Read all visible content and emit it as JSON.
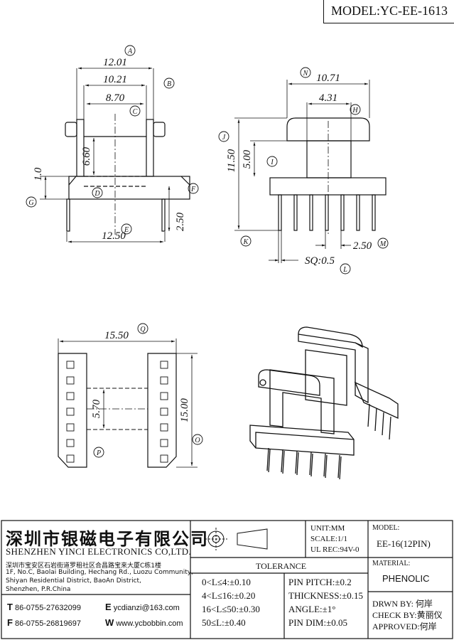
{
  "model_header": "MODEL:YC-EE-1613",
  "dimensions": {
    "front": {
      "A": "12.01",
      "B": "10.21",
      "C": "8.70",
      "D": "6.60",
      "G": "1.0",
      "F": "2.50",
      "E": "12.50"
    },
    "side": {
      "N": "10.71",
      "H": "4.31",
      "J": "11.50",
      "I": "5.00",
      "M": "2.50",
      "L": "SQ:0.5"
    },
    "bottom": {
      "Q": "15.50",
      "P": "5.70",
      "O": "15.00"
    }
  },
  "callouts": [
    "A",
    "B",
    "C",
    "D",
    "E",
    "F",
    "G",
    "H",
    "I",
    "J",
    "K",
    "L",
    "M",
    "N",
    "O",
    "P",
    "Q"
  ],
  "company": {
    "name_cn": "深圳市银磁电子有限公司",
    "name_en": "SHENZHEN YINCI ELECTRONICS CO,LTD.",
    "address": [
      "深圳市宝安区石岩街道罗租社区合昌路宝来大厦C栋1楼",
      "1F, No.C, Baolai Building, Hechang Rd., Luozu Community,",
      "Shiyan Residential District, BaoAn District,",
      "Shenzhen, P.R.China"
    ],
    "tel_label": "T",
    "tel": "86-0755-27632099",
    "fax_label": "F",
    "fax": "86-0755-26819697",
    "email_label": "E",
    "email": "ycdianzi@163.com",
    "web_label": "W",
    "web": "www.ycbobbin.com"
  },
  "info": {
    "unit": "UNIT:MM",
    "scale": "SCALE:1/1",
    "ul": "UL REC:94V-0",
    "model_label": "MODEL:",
    "model_value": "EE-16(12PIN)",
    "material_label": "MATERIAL:",
    "material_value": "PHENOLIC",
    "drawn": "DRWN BY: 何岸",
    "check": "CHECK BY:黄丽仪",
    "approved": "APPROVED:何岸"
  },
  "tolerance": {
    "title": "TOLERANCE",
    "left": [
      "0<L≤4:±0.10",
      "4<L≤16:±0.20",
      "16<L≤50:±0.30",
      "50≤L:±0.40"
    ],
    "right": [
      "PIN PITCH:±0.2",
      "THICKNESS:±0.15",
      "ANGLE:±1°",
      "PIN DIM:±0.05"
    ]
  }
}
